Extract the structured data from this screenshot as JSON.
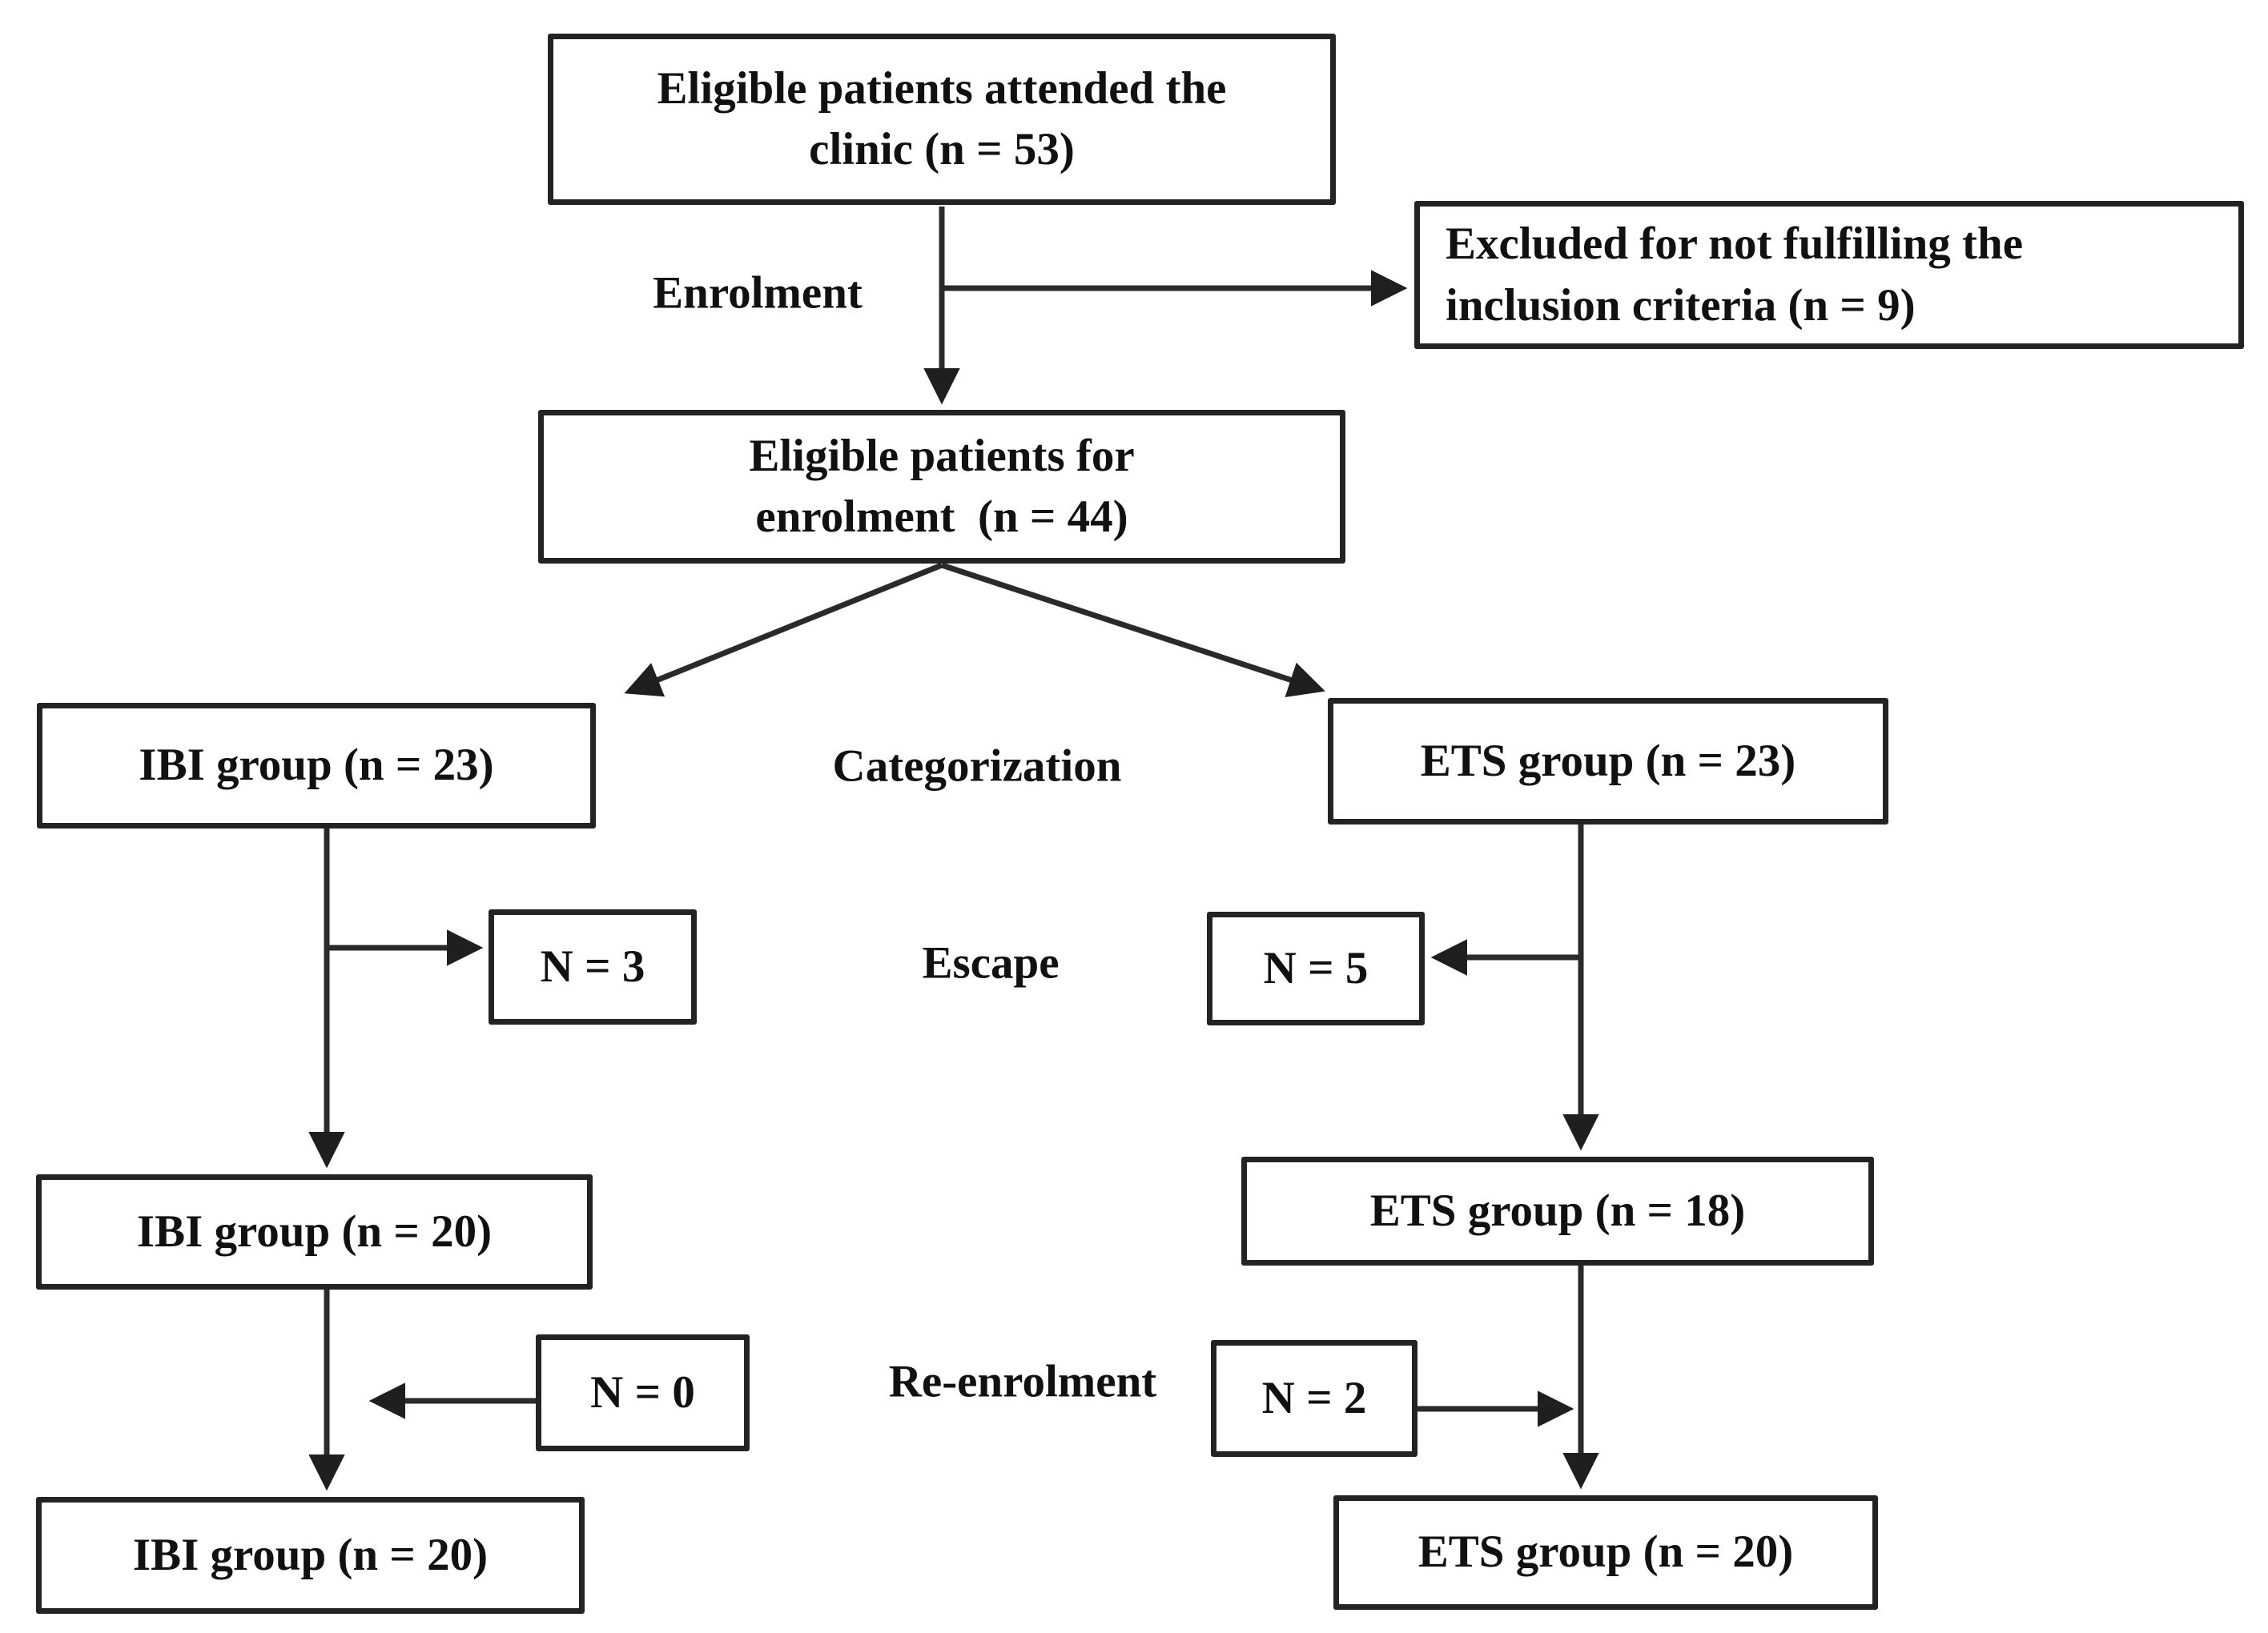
{
  "colors": {
    "ink": "#232323",
    "background": "#ffffff"
  },
  "flowchart": {
    "nodes": {
      "attended_clinic": "Eligible patients attended the\nclinic (n = 53)",
      "excluded": "Excluded for not fulfilling the\ninclusion criteria (n = 9)",
      "eligible_for_enrolment": "Eligible patients for\nenrolment  (n = 44)",
      "ibi_group_23": "IBI group (n = 23)",
      "ets_group_23": "ETS group (n = 23)",
      "escape_ibi": "N = 3",
      "escape_ets": "N = 5",
      "ibi_group_20": "IBI group (n = 20)",
      "ets_group_18": "ETS group (n = 18)",
      "reenrolment_ibi": "N = 0",
      "reenrolment_ets": "N = 2",
      "ibi_group_20_final": "IBI group (n = 20)",
      "ets_group_20_final": "ETS group (n = 20)"
    },
    "stage_labels": {
      "enrolment": "Enrolment",
      "categorization": "Categorization",
      "escape": "Escape",
      "re_enrolment": "Re-enrolment"
    },
    "edges": [
      {
        "from": "attended_clinic",
        "to": "eligible_for_enrolment",
        "stage": "Enrolment"
      },
      {
        "from": "attended_clinic",
        "to": "excluded",
        "stage": "Enrolment"
      },
      {
        "from": "eligible_for_enrolment",
        "to": "ibi_group_23",
        "stage": "Categorization"
      },
      {
        "from": "eligible_for_enrolment",
        "to": "ets_group_23",
        "stage": "Categorization"
      },
      {
        "from": "ibi_group_23",
        "to": "escape_ibi",
        "stage": "Escape"
      },
      {
        "from": "ibi_group_23",
        "to": "ibi_group_20",
        "stage": "Escape"
      },
      {
        "from": "ets_group_23",
        "to": "escape_ets",
        "stage": "Escape"
      },
      {
        "from": "ets_group_23",
        "to": "ets_group_18",
        "stage": "Escape"
      },
      {
        "from": "ibi_group_20",
        "to": "ibi_group_20_final",
        "stage": "Re-enrolment"
      },
      {
        "from": "reenrolment_ibi",
        "to": "ibi_group_20_final",
        "stage": "Re-enrolment"
      },
      {
        "from": "ets_group_18",
        "to": "ets_group_20_final",
        "stage": "Re-enrolment"
      },
      {
        "from": "reenrolment_ets",
        "to": "ets_group_20_final",
        "stage": "Re-enrolment"
      }
    ]
  }
}
